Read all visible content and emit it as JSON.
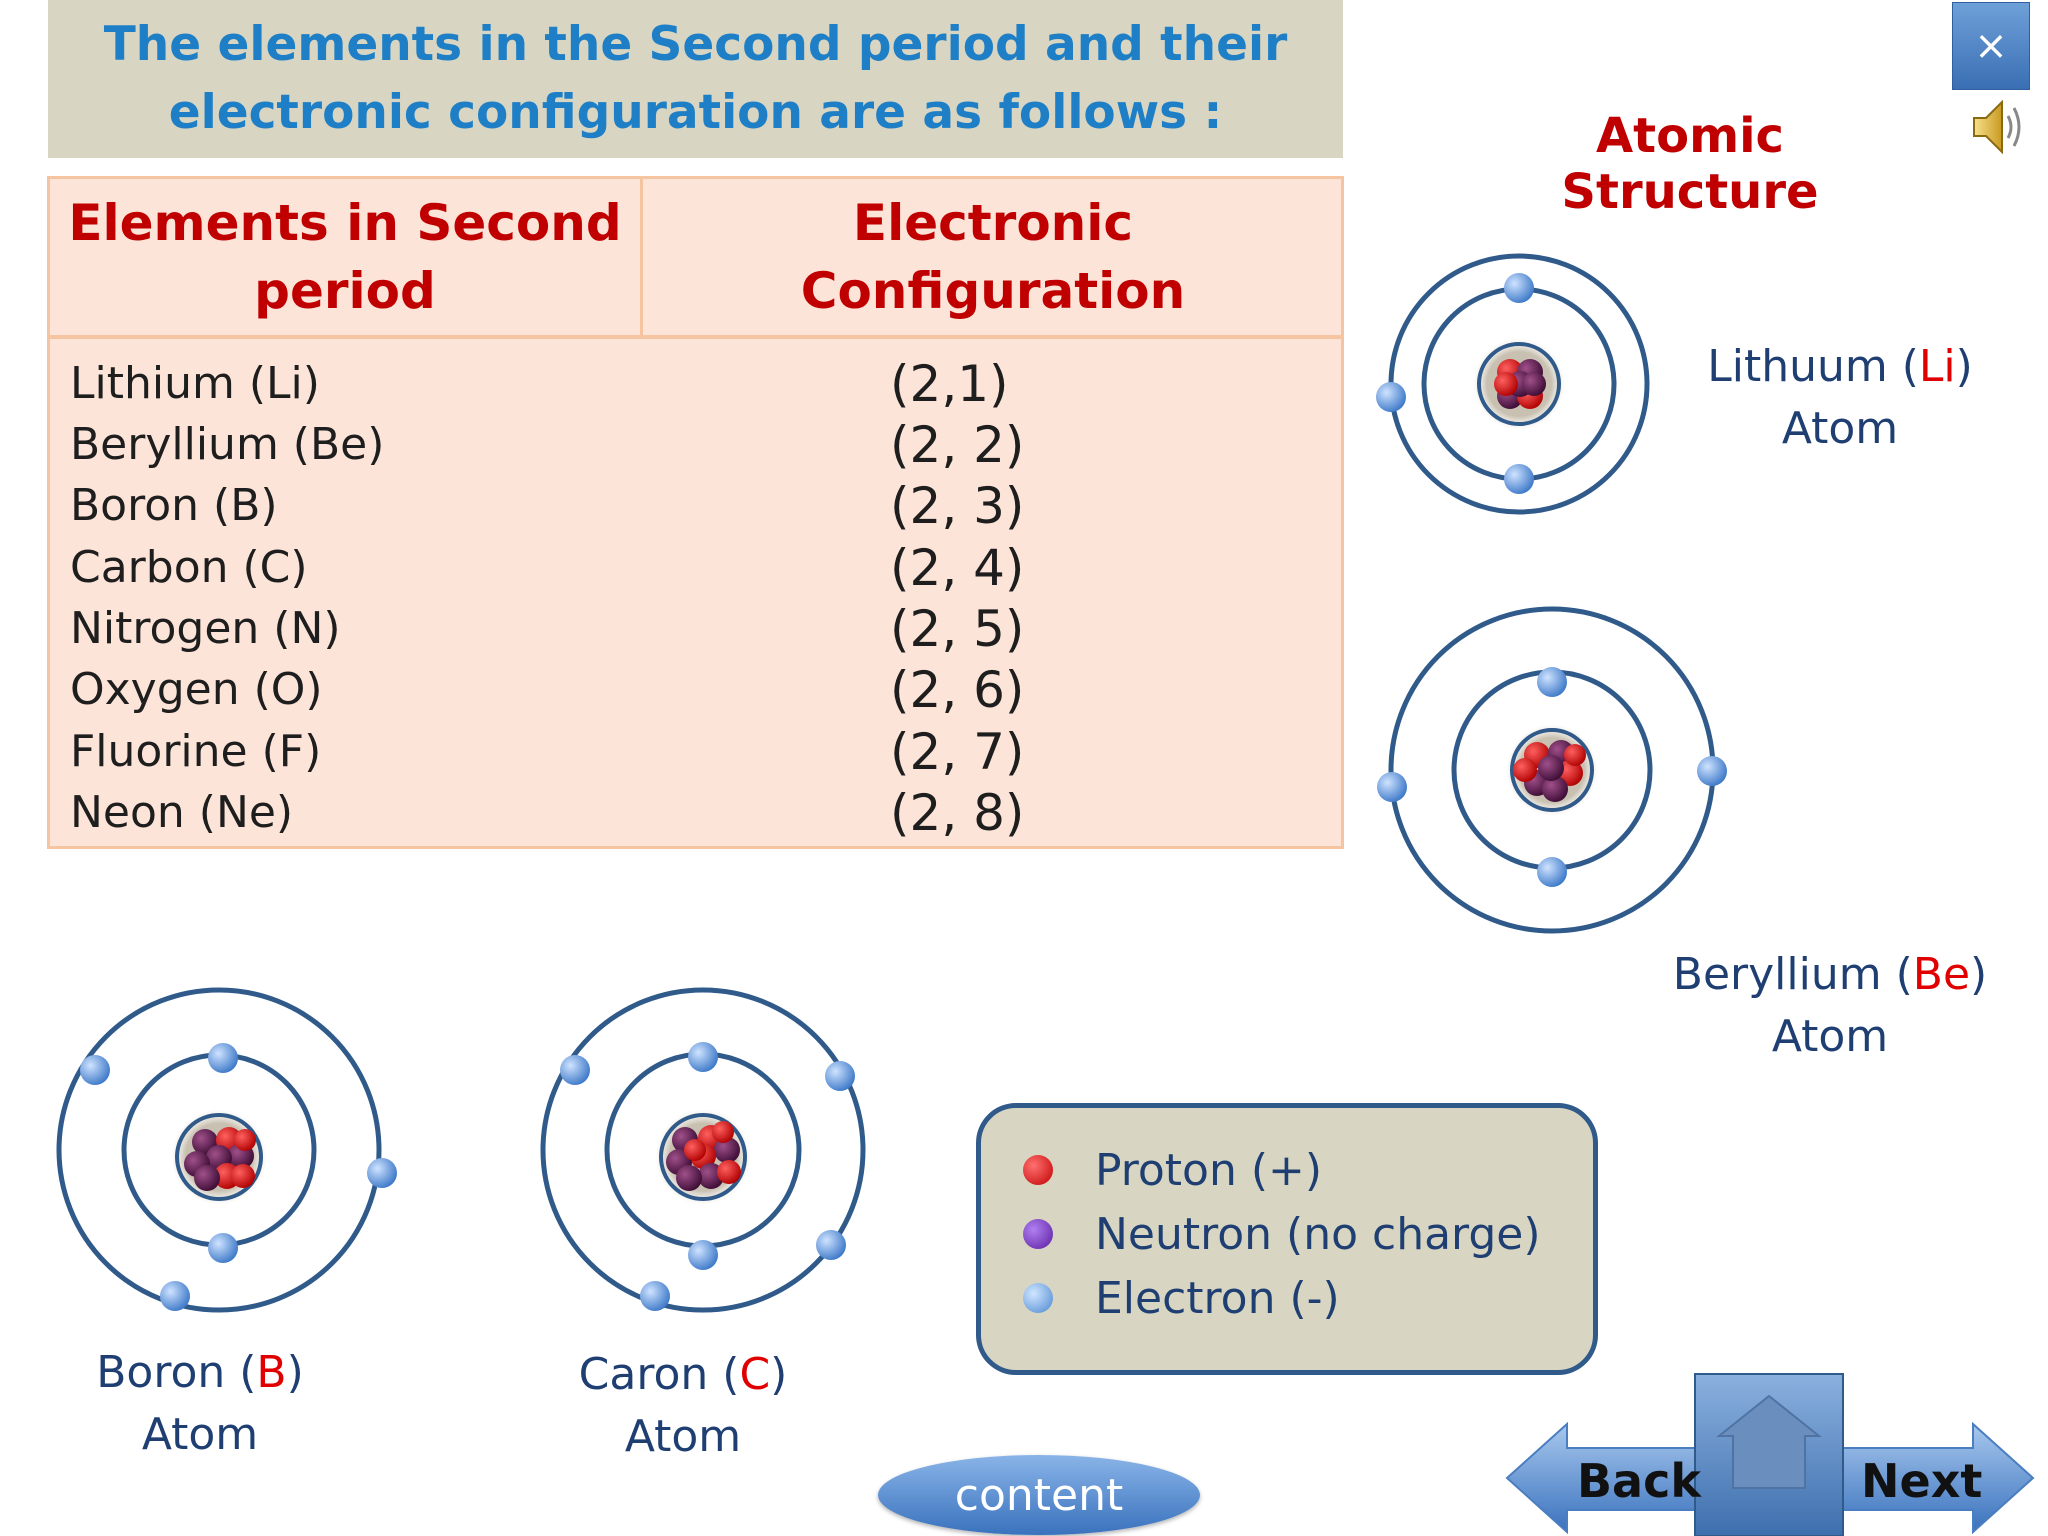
{
  "header": {
    "title_line1": "The elements in the Second period and their",
    "title_line2": "electronic configuration are as follows :"
  },
  "table": {
    "col1_line1": "Elements in Second",
    "col1_line2": "period",
    "col2_line1": "Electronic",
    "col2_line2": "Configuration",
    "rows": [
      {
        "element": "Lithium (Li)",
        "config": "(2,1)"
      },
      {
        "element": "Beryllium (Be)",
        "config": "(2, 2)"
      },
      {
        "element": "Boron (B)",
        "config": "(2, 3)"
      },
      {
        "element": "Carbon (C)",
        "config": "(2, 4)"
      },
      {
        "element": "Nitrogen (N)",
        "config": "(2, 5)"
      },
      {
        "element": "Oxygen (O)",
        "config": "(2, 6)"
      },
      {
        "element": "Fluorine (F)",
        "config": "(2, 7)"
      },
      {
        "element": "Neon (Ne)",
        "config": "(2, 8)"
      }
    ]
  },
  "side": {
    "title": "Atomic Structure",
    "close": "×"
  },
  "atoms": {
    "li": {
      "name_pre": "Lithuum (",
      "symbol": "Li",
      "name_post": ")",
      "line2": "Atom"
    },
    "be": {
      "name_pre": "Beryllium (",
      "symbol": "Be",
      "name_post": ")",
      "line2": "Atom"
    },
    "b": {
      "name_pre": "Boron (",
      "symbol": "B",
      "name_post": ")",
      "line2": "Atom"
    },
    "c": {
      "name_pre": "Caron (",
      "symbol": "C",
      "name_post": ")",
      "line2": "Atom"
    }
  },
  "legend": {
    "items": [
      {
        "label": "Proton (+)",
        "color": "#e01010"
      },
      {
        "label": "Neutron (no charge)",
        "color": "#7a3cc0"
      },
      {
        "label": "Electron (-)",
        "color": "#6aa0e0"
      }
    ]
  },
  "nav": {
    "content": "content",
    "back": "Back",
    "next": "Next"
  },
  "colors": {
    "title_blue": "#1f7fc6",
    "header_red": "#c00000",
    "orbit": "#2f5a8a",
    "proton": "#d81010",
    "neutron": "#5a1a4a",
    "electron": "#6aa0e0"
  }
}
